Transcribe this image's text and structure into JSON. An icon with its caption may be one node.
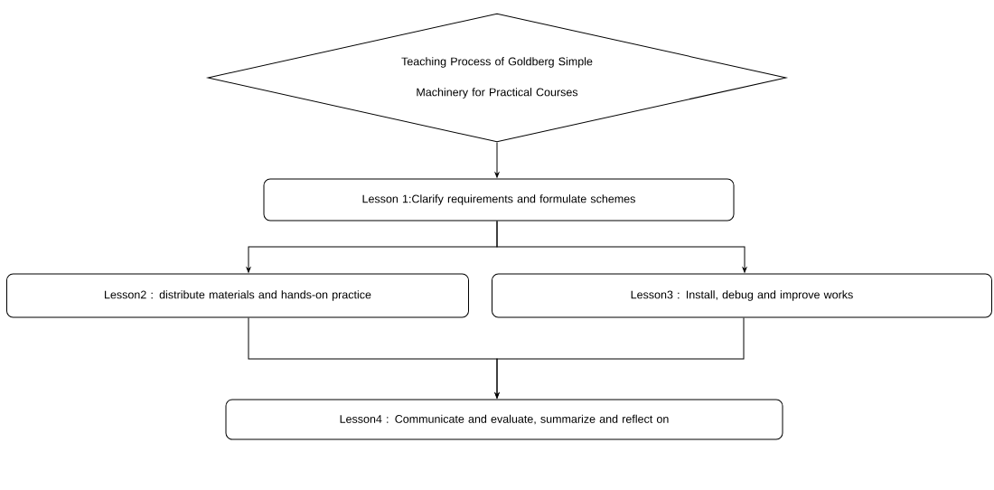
{
  "diagram": {
    "nodes": [
      {
        "text": [
          "Teaching Process of Goldberg Simple Machinery for Practical Courses"
        ]
      },
      {
        "text": [
          "Lesson 1:Clarify requirements and formulate schemes"
        ]
      },
      {
        "text": [
          "Lesson2 : distribute materials and hands-on practice"
        ]
      },
      {
        "text": [
          "Lesson3 : Install, debug and improve works"
        ]
      },
      {
        "text": [
          "Lesson4 : Communicate and evaluate, summarize and reflect on"
        ]
      }
    ],
    "edges": [
      {
        "from": 0,
        "to": 1,
        "arrow": "to"
      },
      {
        "from": 1,
        "to": 2,
        "arrow": "to"
      },
      {
        "from": 1,
        "to": 3,
        "arrow": "to"
      },
      {
        "from": 2,
        "to": 4,
        "arrow": "to"
      },
      {
        "from": 3,
        "to": 4,
        "arrow": "to"
      }
    ]
  }
}
